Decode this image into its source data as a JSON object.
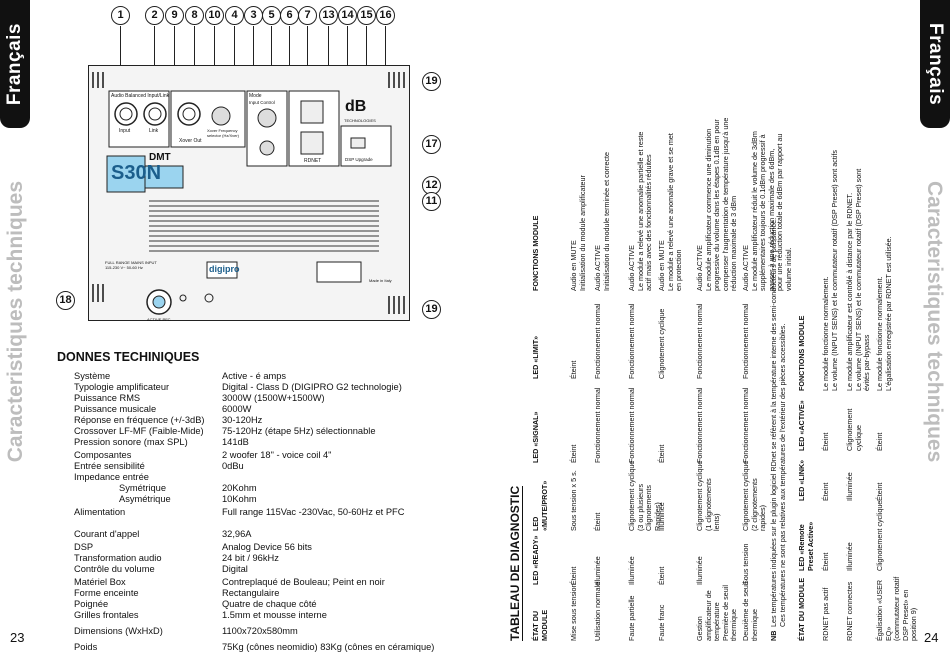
{
  "left_page": {
    "lang_tab": "Français",
    "side_title": "Caracteristiques techniques",
    "page_number": "23",
    "callouts_top": [
      "1",
      "2",
      "9",
      "8",
      "10",
      "4",
      "3",
      "5",
      "6",
      "7",
      "13",
      "14",
      "15",
      "16"
    ],
    "callouts_side": [
      "19",
      "17",
      "12",
      "11",
      "18",
      "19"
    ],
    "panel_labels": {
      "brand": "DMT",
      "model": "S30N",
      "audio_section": "Audio Balanced Input/Link",
      "input": "Input",
      "link": "Link",
      "mode": "Mode",
      "input_control": "Input Control",
      "xover_out": "Xover Out",
      "ctrl_label": "Xover Frequency selector (Hz/Xver)",
      "rdnet": "RDNET",
      "usb": "DSP Upgrade",
      "mains": "FULL RANGE MAINS INPUT 115-230 V~ 50-60 Hz",
      "active_pfc": "ACTIVE PFC",
      "made_in": "Made in Italy",
      "digipro": "digipro",
      "db_logo": "dB",
      "db_sub": "TECHNOLOGIES"
    },
    "specs_title": "DONNES TECHINIQUES",
    "specs": [
      {
        "k": "Système",
        "v": "Active - é amps"
      },
      {
        "k": "Typologie amplificateur",
        "v": "Digital - Class D (DIGIPRO G2 technologie)"
      },
      {
        "k": "Puissance RMS",
        "v": "3000W (1500W+1500W)"
      },
      {
        "k": "Puissance musicale",
        "v": "6000W"
      },
      {
        "k": "Réponse en fréquence (+/-3dB)",
        "v": "30-120Hz"
      },
      {
        "k": "Crossover LF-MF (Faible-Mide)",
        "v": "75-120Hz (étape 5Hz) sélectionnable"
      },
      {
        "k": "Pression sonore (max SPL)",
        "v": "141dB"
      },
      {
        "k": "Composantes",
        "v": "2 woofer 18\" - voice coil 4\""
      },
      {
        "k": "Entrée sensibilité",
        "v": "0dBu"
      },
      {
        "k": "Impedance entrée",
        "v": ""
      },
      {
        "k": "Symétrique",
        "v": "20Kohm",
        "indent": true
      },
      {
        "k": "Asymétrique",
        "v": "10Kohm",
        "indent": true
      },
      {
        "k": "Alimentation",
        "v": "Full range 115Vac -230Vac,  50-60Hz  et PFC"
      },
      {
        "k": "Courant d'appel",
        "v": "32,96A"
      },
      {
        "k": "DSP",
        "v": "Analog Device 56 bits"
      },
      {
        "k": "Transformation audio",
        "v": "24 bit / 96kHz"
      },
      {
        "k": "Contrôle du volume",
        "v": "Digital"
      },
      {
        "k": "Matériel Box",
        "v": "Contreplaqué de Bouleau; Peint en noir"
      },
      {
        "k": "Forme enceinte",
        "v": "Rectangulaire"
      },
      {
        "k": "Poignée",
        "v": "Quatre de chaque côté"
      },
      {
        "k": "Grilles frontales",
        "v": "1.5mm et mousse interne"
      },
      {
        "k": "Dimensions (WxHxD)",
        "v": "1100x720x580mm"
      },
      {
        "k": "Poids",
        "v": "75Kg (cônes neomidio) 83Kg (cônes en céramique)"
      }
    ]
  },
  "right_page": {
    "lang_tab": "Français",
    "side_title": "Caracteristiques techniques",
    "page_number": "24",
    "diag_title": "TABLEAU DE DIAGNOSTIC",
    "table1_headers": [
      "ÉTAT DU MODULE",
      "LED «READY»",
      "LED «MUTE/PROT»",
      "LED «SIGNAL»",
      "LED «LIMIT»",
      "FONCTIONS MODULE"
    ],
    "table1_rows": [
      [
        "Mise sous tension",
        "Éteint",
        "Sous tension x 5 s.",
        "Éteint",
        "Éteint",
        "Audio en MUTE\nInitialisation du module amplificateur"
      ],
      [
        "Utilisation normale",
        "Illuminée",
        "Éteint",
        "Fonctionnement normal",
        "Fonctionnement normal",
        "Audio ACTIVE\nInitialisation du module terminée et correcte"
      ],
      [
        "Faute partielle",
        "Illuminée",
        "Clignotement cyclique\n(3 ou plusieurs\nClignotements Rapides)",
        "Fonctionnement normal",
        "Fonctionnement normal",
        "Audio ACTIVE\nLe module a relevé une anomalie partielle et reste\nactif mais avec des fonctionnalités réduites"
      ],
      [
        "Faute franc",
        "Éteint",
        "Illuminée",
        "Éteint",
        "Clignotement cyclique",
        "Audio en MUTE\nLe module a relevé une anomalie grave et se met\nen protection"
      ],
      [
        "Gestion amplificateur de température\nPremière de seuil thermique",
        "Illuminée",
        "Clignotement cyclique\n(1 clignotements lents)",
        "Fonctionnement normal",
        "Fonctionnement normal",
        "Audio ACTIVE\nLe module amplificateur commence une diminution\nprogressive du volume dans les étapes 0.1dB en pour\ncompenser l'augmentation de température jusqu'à une\nréduction maximale de 3 dBm"
      ],
      [
        "Deuxième de seuil thermique",
        "Sous tension",
        "Clignotement cyclique\n(2 clignotements rapides)",
        "Fonctionnement normal",
        "Fonctionnement normal",
        "Audio ACTIVE\nLe module amplificateur réduit le volume de 3dBm\nsupplémentaires toujours de 0.1dBm progressif à\npasser à une réduction maximale des 6dBm,\npour une réduction totale de 6dBm par rapport au\nvolume initial."
      ]
    ],
    "note_nb": "NB",
    "note_text": "Les températures indiquées sur le plugin logiciel RDnet se réfèrent à la température interne des semi-conducteurs de puissance.\nCes températures ne sont pas relatives aux températures de l'extérieur des pièces accessibles.",
    "table2_headers": [
      "ÉTAT DU MODULE",
      "LED «Remote Preset Active»",
      "LED «LINK»",
      "LED «ACTIVE»",
      "FONCTIONS MODULE"
    ],
    "table2_rows": [
      [
        "RDNET pas actif",
        "Éteint",
        "Éteint",
        "Éteint",
        "Le module fonctionne normalement.\nLe volume (INPUT SENS) et le commutateur rotatif (DSP Preset) sont actifs"
      ],
      [
        "RDNET connectes",
        "Illuminée",
        "Illuminée",
        "Clignotement cyclique",
        "Le module amplificateur est contrôlé à distance par le RDNET.\nLe volume (INPUT SENS) et le commutateur rotatif (DSP Preset) sont\névités par-bypass"
      ],
      [
        "Égalisation «USER EQ»\n(commutateur rotatif\nDSP Preset» en position 9)",
        "Clignotement cyclique",
        "Éteint",
        "Éteint",
        "Le module fonctionne normalement.\nL'égalisation enregistrée par RDNET est utilisée."
      ]
    ]
  }
}
